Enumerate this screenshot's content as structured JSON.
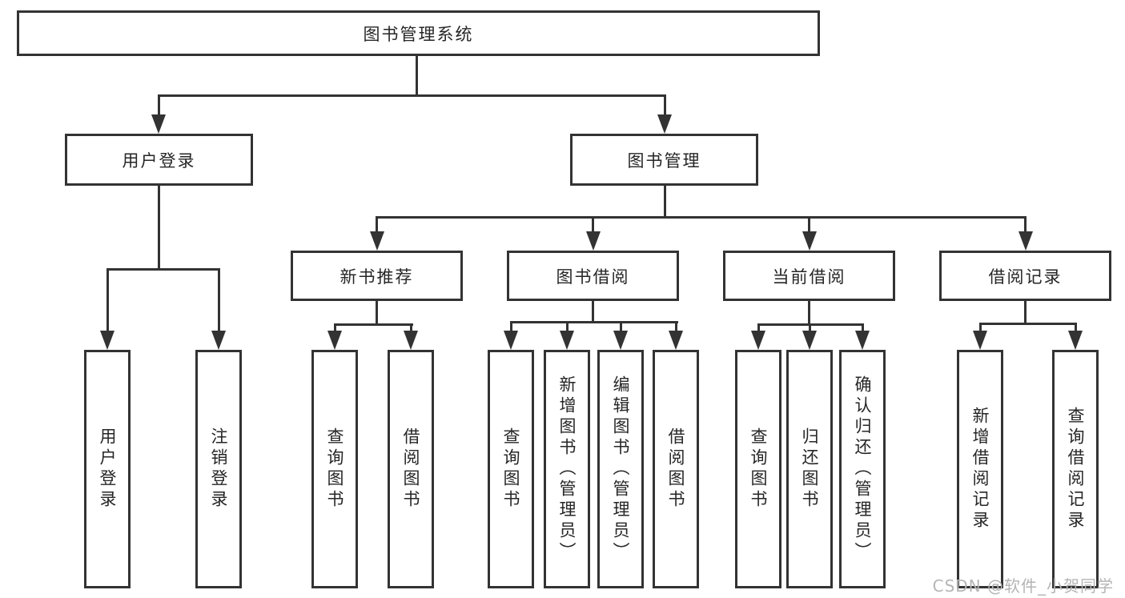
{
  "colors": {
    "line": "#333333",
    "text": "#262626",
    "background": "#ffffff",
    "watermark_color": "#b5b5b5"
  },
  "tree": {
    "root": {
      "label": "图书管理系统",
      "children": [
        {
          "label": "用户登录",
          "children": [
            {
              "label": "用户登录"
            },
            {
              "label": "注销登录"
            }
          ]
        },
        {
          "label": "图书管理",
          "children": [
            {
              "label": "新书推荐",
              "children": [
                {
                  "label": "查询图书"
                },
                {
                  "label": "借阅图书"
                }
              ]
            },
            {
              "label": "图书借阅",
              "children": [
                {
                  "label": "查询图书"
                },
                {
                  "label": "新增图书（管理员）"
                },
                {
                  "label": "编辑图书（管理员）"
                },
                {
                  "label": "借阅图书"
                }
              ]
            },
            {
              "label": "当前借阅",
              "children": [
                {
                  "label": "查询图书"
                },
                {
                  "label": "归还图书"
                },
                {
                  "label": "确认归还（管理员）"
                }
              ]
            },
            {
              "label": "借阅记录",
              "children": [
                {
                  "label": "新增借阅记录"
                },
                {
                  "label": "查询借阅记录"
                }
              ]
            }
          ]
        }
      ]
    }
  },
  "watermark": "CSDN @软件_小贺同学"
}
